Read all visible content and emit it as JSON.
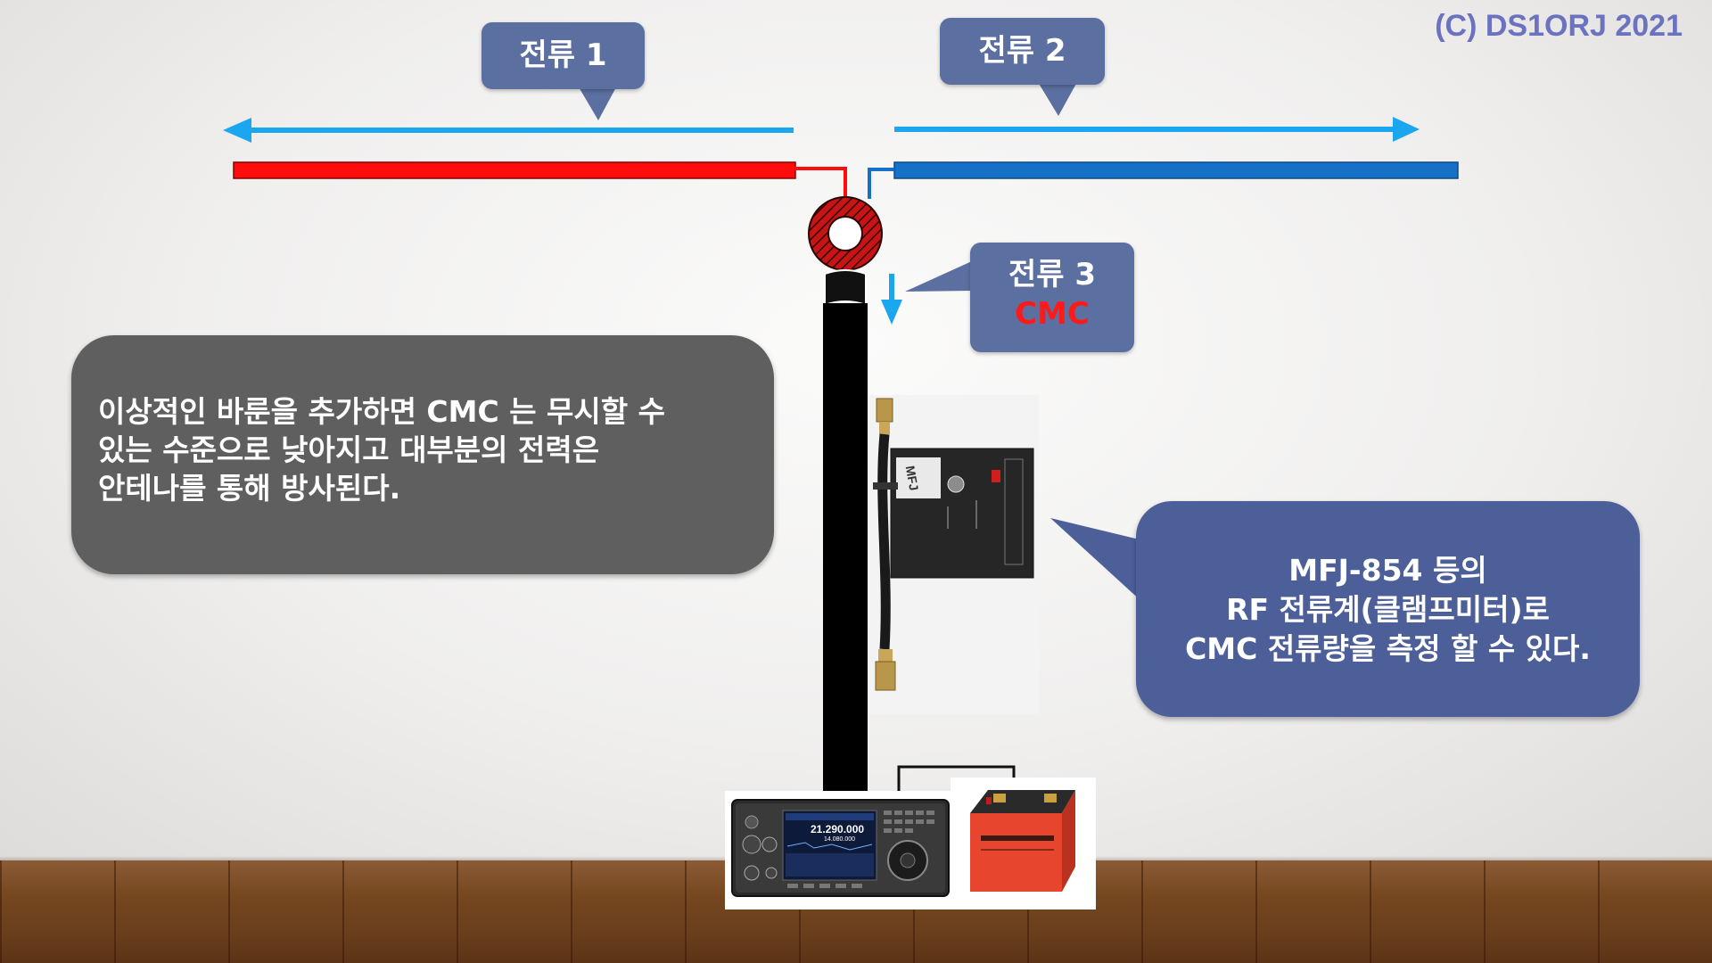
{
  "copyright": "(C) DS1ORJ   2021",
  "labels": {
    "current1": "전류 1",
    "current2": "전류 2",
    "current3_line1": "전류 3",
    "current3_line2": "CMC"
  },
  "note_left": {
    "lines": [
      "이상적인 바룬을 추가하면 CMC 는 무시할 수",
      "있는 수준으로 낮아지고 대부분의 전력은",
      "안테나를 통해 방사된다."
    ]
  },
  "note_right": {
    "lines": [
      "MFJ-854 등의",
      "RF 전류계(클램프미터)로",
      "CMC 전류량을 측정 할 수 있다."
    ]
  },
  "radio": {
    "freq_main": "21.290.000",
    "freq_sub": "14.080.000"
  },
  "colors": {
    "current_arrow": "#1aa7ef",
    "left_element": "#ff0d0d",
    "right_element": "#1670c8",
    "callout_small": "#5b6fa1",
    "note_left": "#5f5f5f",
    "note_right": "#4c5f99",
    "cmc_text": "#ff1a1a"
  }
}
